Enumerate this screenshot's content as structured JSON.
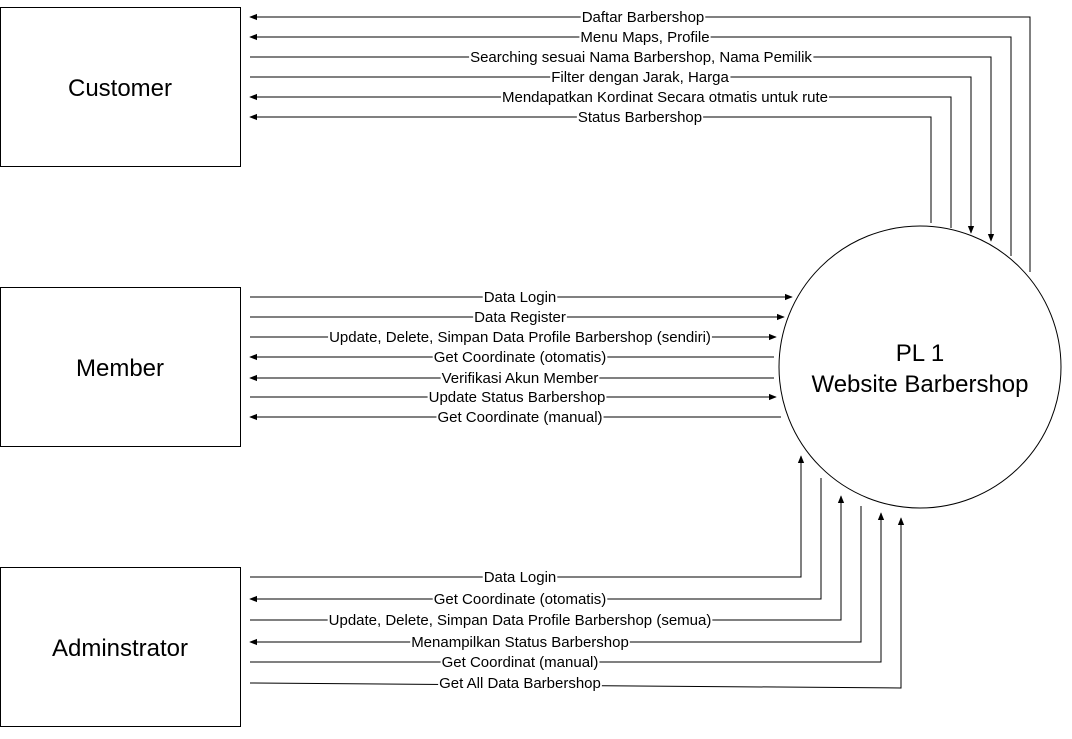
{
  "entities": {
    "customer": "Customer",
    "member": "Member",
    "admin": "Adminstrator"
  },
  "process": {
    "line1": "PL 1",
    "line2": "Website Barbershop"
  },
  "flows": {
    "customer": [
      "Daftar Barbershop",
      "Menu Maps, Profile",
      "Searching sesuai Nama Barbershop, Nama Pemilik",
      "Filter dengan Jarak, Harga",
      "Mendapatkan Kordinat Secara otmatis untuk rute",
      "Status Barbershop"
    ],
    "member": [
      "Data Login",
      "Data Register",
      "Update, Delete, Simpan Data Profile Barbershop (sendiri)",
      "Get Coordinate (otomatis)",
      "Verifikasi Akun Member",
      "Update Status Barbershop",
      "Get Coordinate (manual)"
    ],
    "admin": [
      "Data Login",
      "Get Coordinate (otomatis)",
      "Update, Delete, Simpan Data Profile Barbershop (semua)",
      "Menampilkan Status Barbershop",
      "Get Coordinat (manual)",
      "Get All Data Barbershop"
    ]
  }
}
